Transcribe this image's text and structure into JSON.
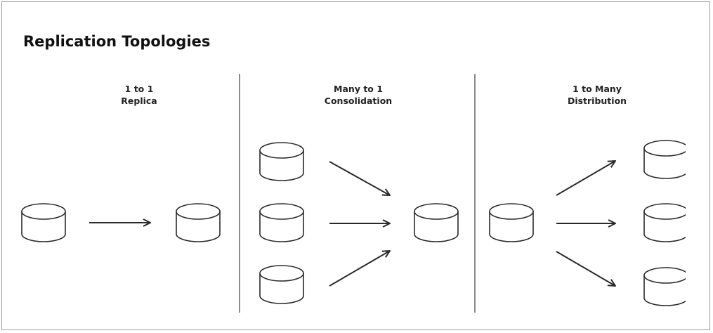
{
  "title": "Replication Topologies",
  "columns": [
    {
      "name": "one-to-one",
      "line1": "1 to 1",
      "line2": "Replica"
    },
    {
      "name": "many-to-one",
      "line1": "Many to 1",
      "line2": "Consolidation"
    },
    {
      "name": "one-to-many",
      "line1": "1 to Many",
      "line2": "Distribution"
    }
  ],
  "colors": {
    "stroke": "#2a2a2a",
    "divider": "#8c8c8c",
    "border": "#9a9a9a"
  },
  "icons": [
    "database-icon",
    "arrow-icon"
  ]
}
